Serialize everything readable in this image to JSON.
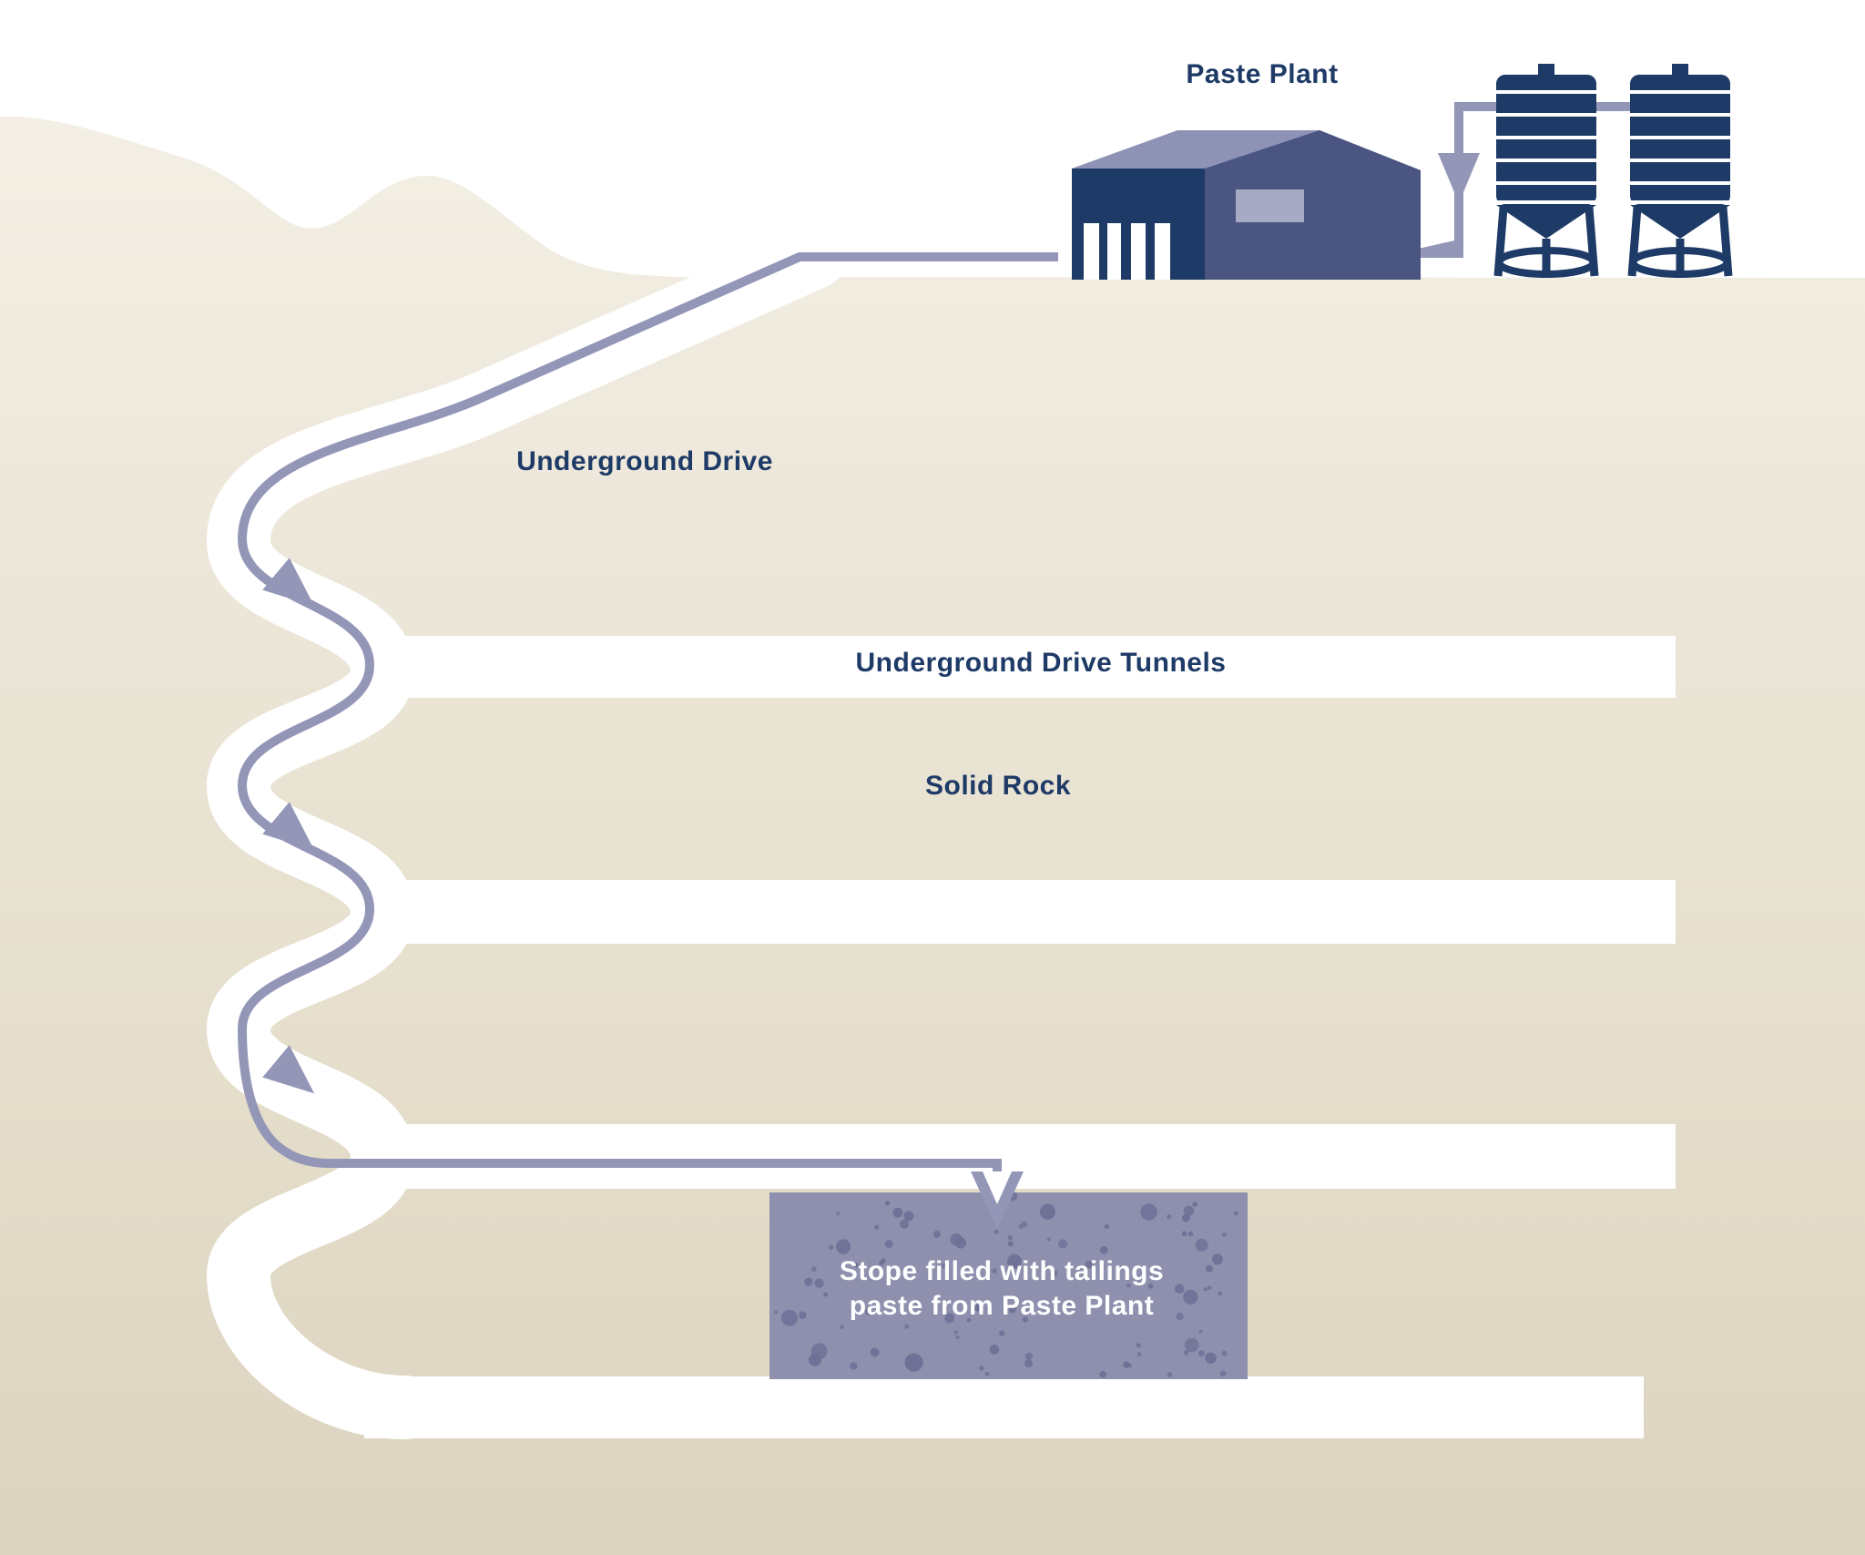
{
  "diagram": {
    "title": "Paste Plant underground backfill diagram",
    "labels": {
      "paste_plant": "Paste Plant",
      "underground_drive": "Underground Drive",
      "underground_drive_tunnels": "Underground Drive Tunnels",
      "solid_rock": "Solid Rock",
      "stope_caption_line1": "Stope filled with tailings",
      "stope_caption_line2": "paste from Paste Plant"
    },
    "colors": {
      "navy": "#1e3a66",
      "building_side": "#4a5582",
      "roof_light": "#8e93b6",
      "roof_dark": "#545f8c",
      "window": "#a6aac4",
      "pipe": "#9396b7",
      "stope_fill": "#8e90ae",
      "stope_speckle": "#6e7096",
      "tunnel_white": "#ffffff",
      "ground_top": "#f3efe4",
      "ground_bottom": "#dcd4bf",
      "label_text": "#1e3a66",
      "stope_text": "#ffffff"
    },
    "counts": {
      "silos": 2,
      "tunnel_levels": 4,
      "ramp_arrows": 3
    }
  }
}
